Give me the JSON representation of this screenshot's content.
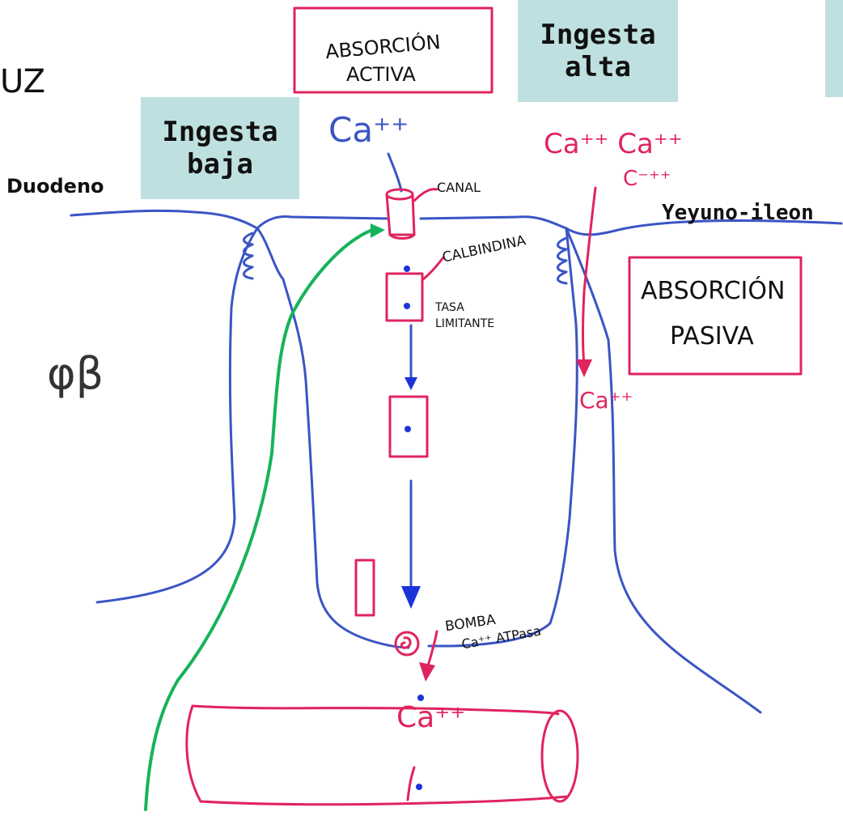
{
  "boxes": {
    "ingesta_baja": {
      "line1": "Ingesta",
      "line2": "baja"
    },
    "ingesta_alta": {
      "line1": "Ingesta",
      "line2": "alta"
    }
  },
  "labels": {
    "luz": "UZ",
    "duodeno": "Duodeno",
    "yeyuno_ileon": "Yeyuno-ileon",
    "absorcion_activa_1": "ABSORCIÓN",
    "absorcion_activa_2": "ACTIVA",
    "absorcion_pasiva_1": "ABSORCIÓN",
    "absorcion_pasiva_2": "PASIVA",
    "ca_top": "Ca⁺⁺",
    "ca_pair": "Ca⁺⁺ Ca⁺⁺",
    "ca_third": "C⁻⁺⁺",
    "ca_right": "Ca⁺⁺",
    "ca_bottom": "Ca⁺⁺",
    "canal": "CANAL",
    "calbindina": "CALBINDINA",
    "tasa_1": "TASA",
    "tasa_2": "LIMITANTE",
    "bomba_1": "BOMBA",
    "bomba_2": "Ca⁺⁺ ATPasa",
    "side_note": "φβ"
  },
  "colors": {
    "blue": "#3a55c4",
    "pink": "#e0245e",
    "green": "#16b35a",
    "box_fill": "#bfe0e0"
  }
}
